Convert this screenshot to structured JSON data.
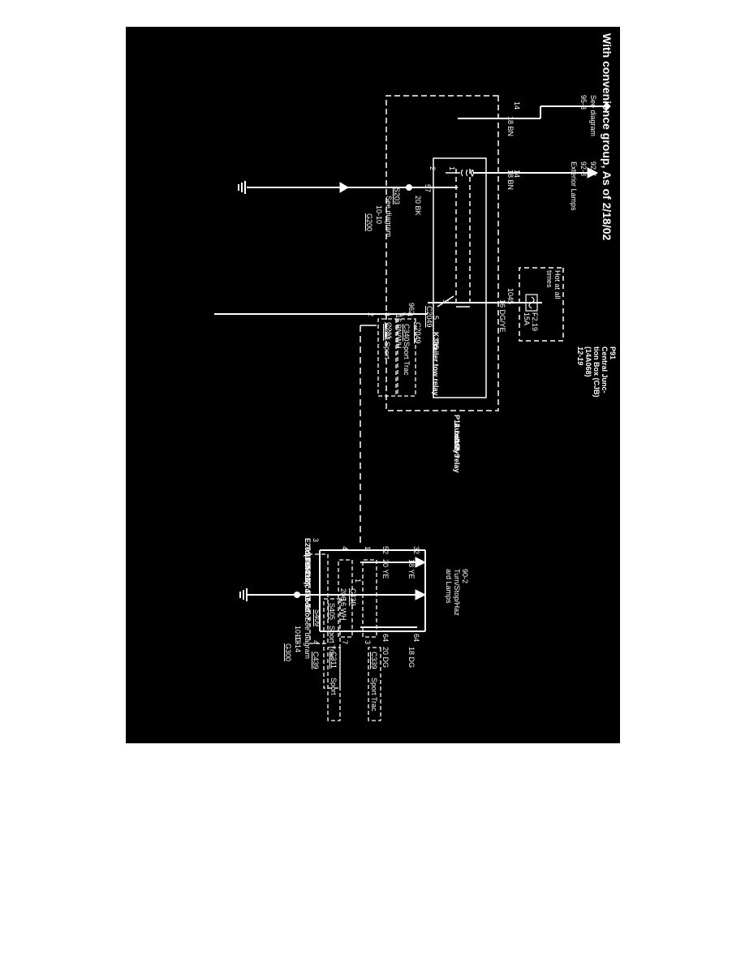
{
  "title": "With convenience group, As of 2/18/02",
  "colors": {
    "background": "#000000",
    "ink": "#ffffff",
    "page": "#ffffff"
  },
  "icons": {
    "fuse": "fuse-symbol",
    "ground": "ground-symbol",
    "relay": "relay-coil-symbol",
    "splice": "splice-dot"
  },
  "refs": {
    "see_diagram_95": {
      "label": "See diagram",
      "num": "95-3"
    },
    "exterior_lamps": {
      "num1": "92-7",
      "num2": "92-8",
      "label": "Exterior Lamps"
    },
    "s203": {
      "id": "S203",
      "label": "See diagram",
      "num": "10-10",
      "ground": "G200"
    },
    "turn_stop": {
      "num": "90-2",
      "line1": "Turn/Stop/Haz",
      "line2": "ard Lamps"
    },
    "s409": {
      "id": "S409",
      "label": "See diagram",
      "num1": "10-13",
      "num2": "10-14",
      "ground": "G300"
    }
  },
  "components": {
    "p91": {
      "id": "P91",
      "line1": "Central Junc-",
      "line2": "tion Box (CJB)",
      "line3": "(14A068)",
      "line4": "12-19",
      "hot": "Hot at all",
      "hot2": "times",
      "fuse": "F2.19",
      "rating": "15A"
    },
    "p12": {
      "id": "P12",
      "line1": "Auxiliary relay",
      "line2": "box 2",
      "line3": "151-9"
    },
    "k335": {
      "id": "K335",
      "label": "Trailer tow relay"
    },
    "e201": {
      "id": "E201",
      "line1": "Trailer tow connector",
      "line2": "(15A416)",
      "line3": "151-13, 151-16"
    }
  },
  "wires": {
    "w14a": {
      "circuit": "14",
      "color": "18 BN"
    },
    "w14b": {
      "circuit": "14",
      "color": "18 BN"
    },
    "w57": {
      "circuit": "57",
      "color": "20 BK"
    },
    "w1045": {
      "circuit": "1045",
      "color": "16 DG/YE"
    },
    "w962": {
      "circuit": "962",
      "color": "16 BN/WH"
    },
    "w32a": {
      "circuit": "32",
      "color": "18 YE"
    },
    "w52": {
      "circuit": "52",
      "color": "20 YE"
    },
    "w64a": {
      "circuit": "64",
      "color": "18 DG"
    },
    "w64b": {
      "circuit": "64",
      "color": "20 DG"
    },
    "w206": {
      "circuit": "206",
      "color": "16 WH"
    }
  },
  "pins": {
    "relay_1": "1",
    "relay_2": "2",
    "c2049_3": "3",
    "c2049_5": "5",
    "c211_4": "4",
    "c340_5": "5",
    "c311_8": "8",
    "c201_2": "2",
    "e1": "1",
    "e52": "4",
    "e3": "3",
    "c339_3": "3",
    "c311_7": "7",
    "c439_4": "4",
    "c439_1": "1"
  },
  "connectors": {
    "c2049a": "C2049",
    "c2049b": "C2049",
    "c211": "C211",
    "c340": "C340",
    "c311a": "C311",
    "c339": "C339",
    "c311b": "C311",
    "c439a": "C439",
    "c439b": "C439",
    "s405": "S405"
  },
  "variants": {
    "sport_trac_1": "Sport Trac",
    "sport_1": "Sport",
    "sport_trac_2": "Sport Trac",
    "sport_2": "Sport",
    "sport_trac_3": "Sport Trac"
  }
}
